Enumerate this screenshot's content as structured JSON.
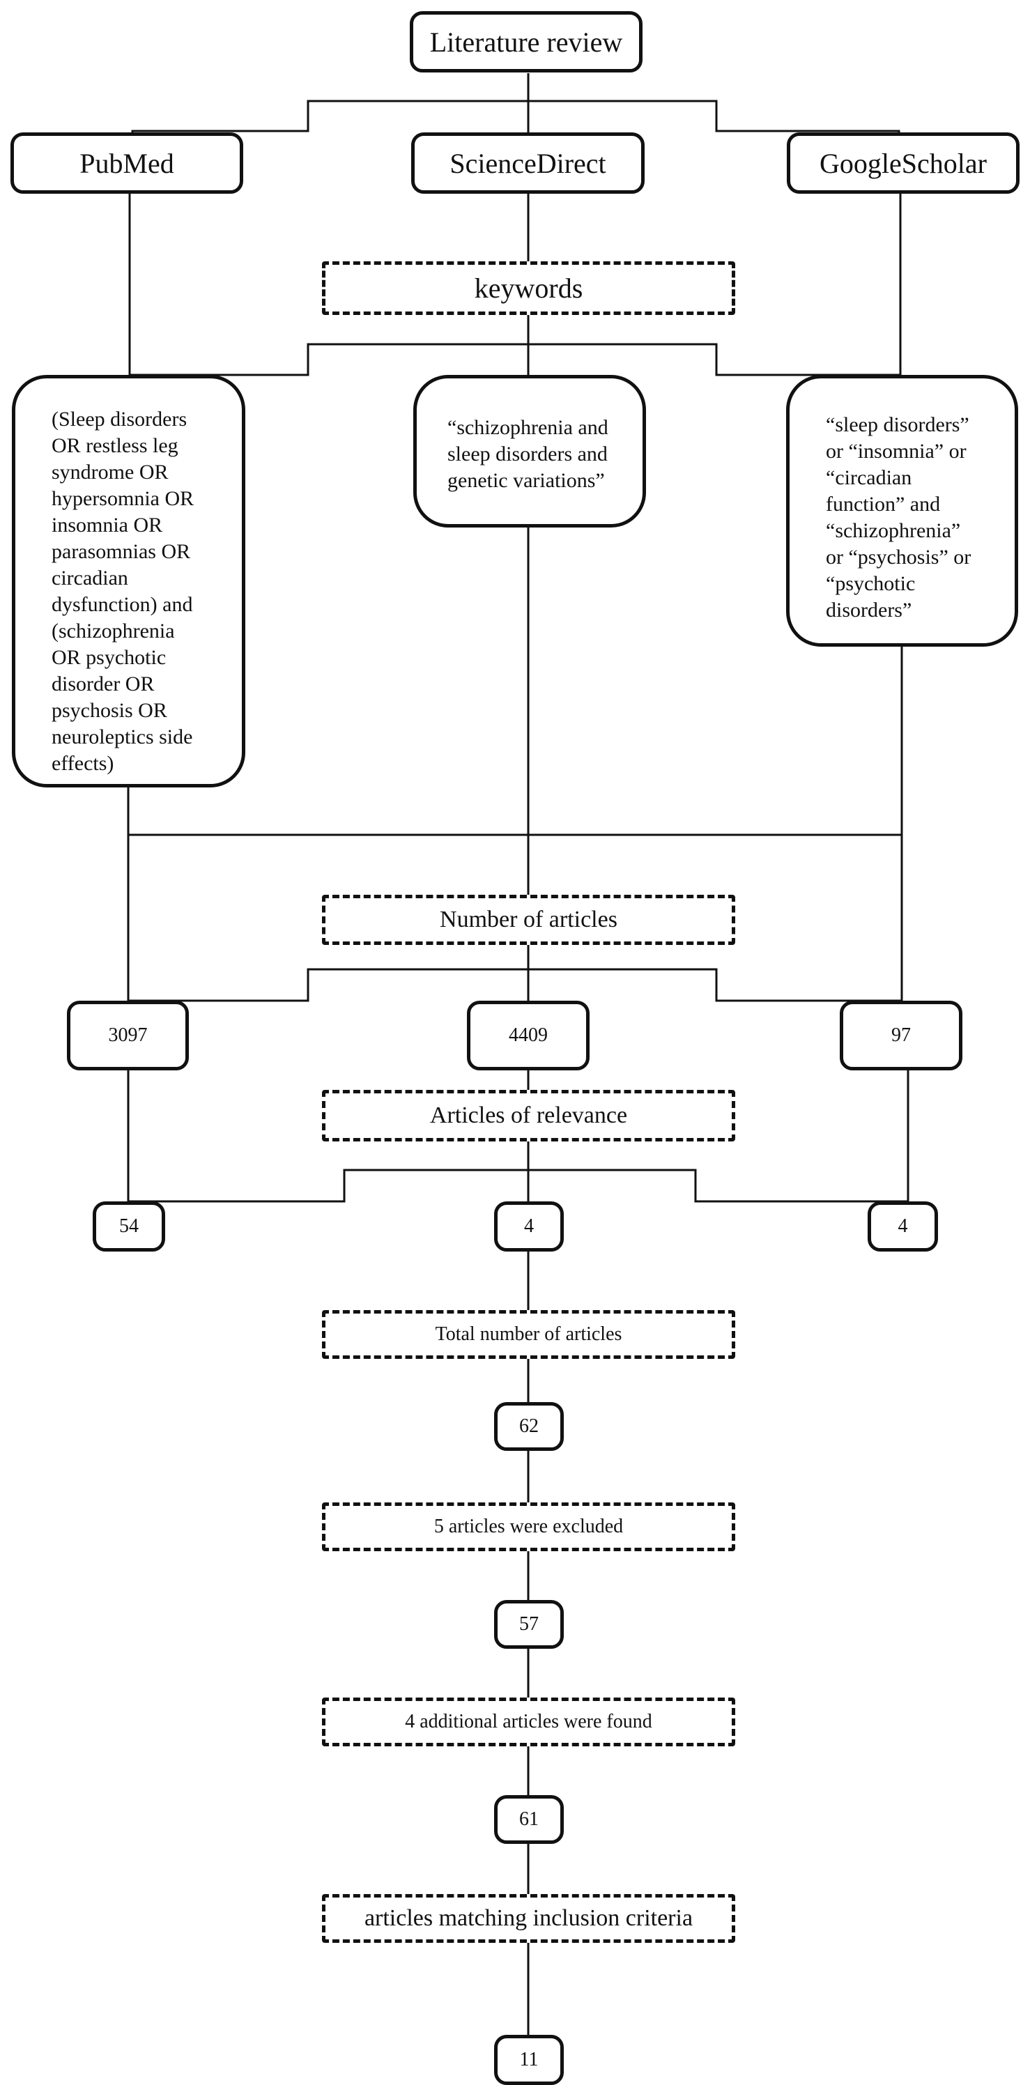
{
  "diagram": {
    "root": "Literature review",
    "databases": [
      "PubMed",
      "ScienceDirect",
      "GoogleScholar"
    ],
    "keywords_label": "keywords",
    "queries": {
      "pubmed": "(Sleep disorders\nOR restless leg\nsyndrome OR\nhypersomnia OR\ninsomnia OR\nparasomnias OR\ncircadian\ndysfunction) and\n(schizophrenia\nOR psychotic\ndisorder OR\npsychosis OR\nneuroleptics side\neffects)",
      "sciencedirect": "“schizophrenia and\nsleep disorders and\ngenetic variations”",
      "googlescholar": "“sleep disorders”\nor “insomnia” or\n“circadian\nfunction” and\n“schizophrenia”\nor “psychosis” or\n“psychotic\ndisorders”"
    },
    "number_of_articles_label": "Number of articles",
    "article_counts": [
      "3097",
      "4409",
      "97"
    ],
    "relevance_label": "Articles of relevance",
    "relevant_counts": [
      "54",
      "4",
      "4"
    ],
    "total_label": "Total number of articles",
    "total_value": "62",
    "excluded_label": "5 articles were excluded",
    "after_exclusion_value": "57",
    "additional_label": "4 additional articles were found",
    "after_additional_value": "61",
    "criteria_label": "articles matching inclusion criteria",
    "final_value": "11"
  }
}
